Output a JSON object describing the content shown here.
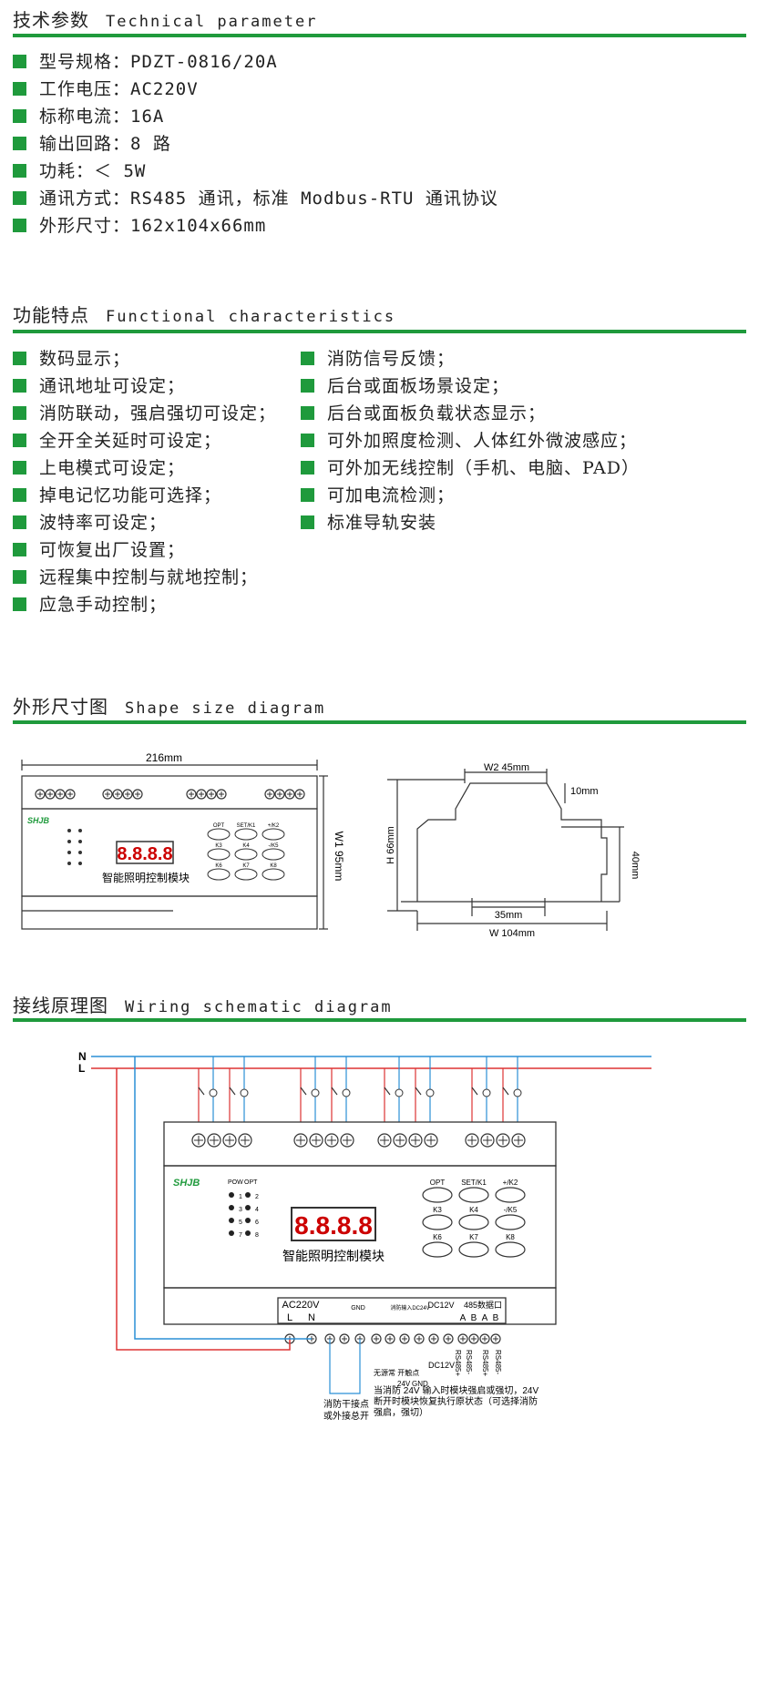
{
  "tech": {
    "title_cn": "技术参数",
    "title_en": "Technical parameter",
    "items": [
      {
        "label": "型号规格：",
        "value": "PDZT-0816/20A"
      },
      {
        "label": "工作电压：",
        "value": "AC220V"
      },
      {
        "label": "标称电流：",
        "value": "16A"
      },
      {
        "label": "输出回路：",
        "value": "8 路"
      },
      {
        "label": "功耗：",
        "value": "＜ 5W"
      },
      {
        "label": "通讯方式：",
        "value": "RS485 通讯，标准 Modbus-RTU 通讯协议"
      },
      {
        "label": "外形尺寸：",
        "value": "162x104x66mm"
      }
    ]
  },
  "features": {
    "title_cn": "功能特点",
    "title_en": "Functional characteristics",
    "left": [
      "数码显示；",
      "通讯地址可设定；",
      "消防联动，强启强切可设定；",
      "全开全关延时可设定；",
      "上电模式可设定；",
      "掉电记忆功能可选择；",
      "波特率可设定；",
      "可恢复出厂设置；",
      "远程集中控制与就地控制；",
      "应急手动控制；"
    ],
    "right": [
      "消防信号反馈；",
      "后台或面板场景设定；",
      "后台或面板负载状态显示；",
      "可外加照度检测、人体红外微波感应；",
      "可外加无线控制（手机、电脑、PAD）",
      "可加电流检测；",
      "标准导轨安装"
    ]
  },
  "shape": {
    "title_cn": "外形尺寸图",
    "title_en": "Shape size diagram",
    "width_label": "216mm",
    "height_label": "W1  95mm",
    "w2_label": "W2  45mm",
    "h_label": "H  66mm",
    "top_label": "10mm",
    "side_label": "40mm",
    "rail_label": "35mm",
    "w_label": "W  104mm"
  },
  "wiring": {
    "title_cn": "接线原理图",
    "title_en": "Wiring schematic diagram",
    "n_label": "N",
    "l_label": "L",
    "note_contact": "无源常\n开触点",
    "note_24v": "24V",
    "note_gnd": "GND",
    "note_dc": "DC12V",
    "note_rs1": "RS485+",
    "note_rs2": "RS485-",
    "note_rs3": "RS485+",
    "note_rs4": "RS485-",
    "note_fire": "消防干接点",
    "note_fire2": "或外接总开",
    "note_long1": "当消防 24V 输入时模块强启或强切，24V",
    "note_long2": "断开时模块恢复执行原状态（可选择消防",
    "note_long3": "强启，强切）"
  },
  "device": {
    "brand": "SHJB",
    "name": "智能照明控制模块",
    "display": "8.8.8.8",
    "pow": "POW",
    "opt": "OPT",
    "nums": [
      "1",
      "2",
      "3",
      "4",
      "5",
      "6",
      "7",
      "8"
    ],
    "buttons": [
      "OPT",
      "SET/K1",
      "+/K2",
      "K3",
      "K4",
      "-/K5",
      "K6",
      "K7",
      "K8"
    ],
    "terminal_ac": "AC220V",
    "terminal_l": "L",
    "terminal_n": "N",
    "terminal_fire": "消防输入",
    "terminal_gnd": "GND",
    "terminal_fb": "消防输入DC24V",
    "terminal_dc": "DC12V",
    "terminal_485": "485数据口",
    "terminal_a": "A",
    "terminal_b": "B"
  }
}
